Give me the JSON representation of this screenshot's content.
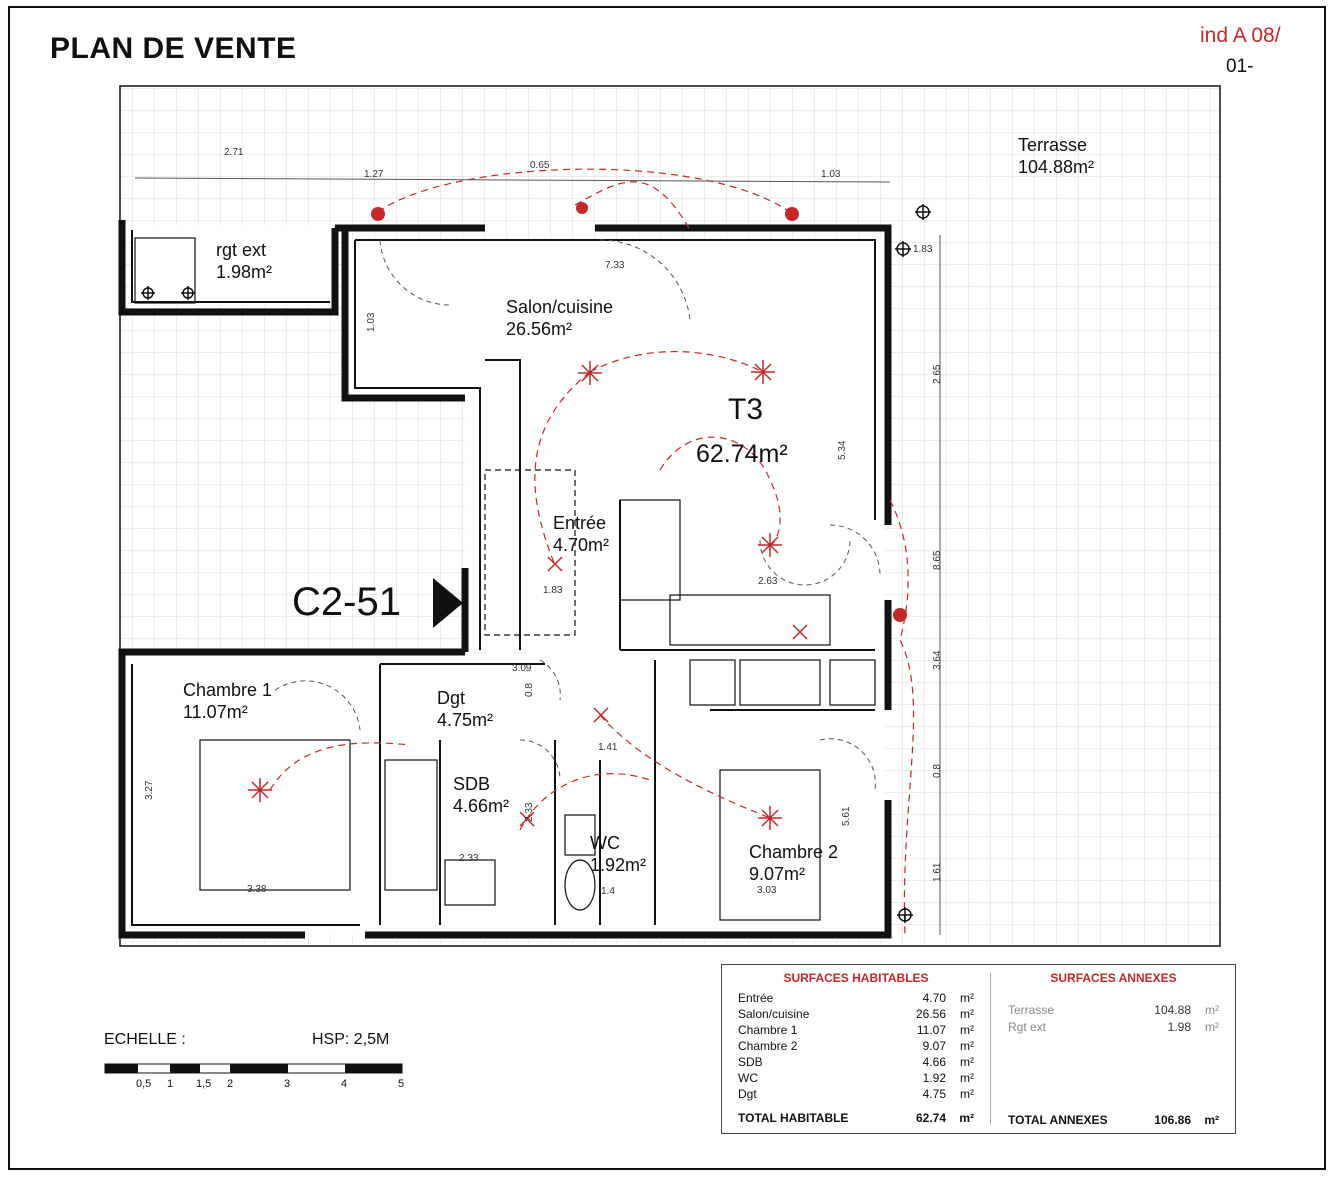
{
  "header": {
    "title": "PLAN DE VENTE",
    "index_line1": "ind A 08/",
    "index_line2": "01-"
  },
  "apartment": {
    "type": "T3",
    "total_area": "62.74m²",
    "lot": "C2-51"
  },
  "rooms": [
    {
      "name": "Terrasse",
      "area": "104.88m²"
    },
    {
      "name": "rgt ext",
      "area": "1.98m²"
    },
    {
      "name": "Salon/cuisine",
      "area": "26.56m²"
    },
    {
      "name": "Entrée",
      "area": "4.70m²"
    },
    {
      "name": "Chambre 1",
      "area": "11.07m²"
    },
    {
      "name": "Dgt",
      "area": "4.75m²"
    },
    {
      "name": "SDB",
      "area": "4.66m²"
    },
    {
      "name": "WC",
      "area": "1.92m²"
    },
    {
      "name": "Chambre 2",
      "area": "9.07m²"
    }
  ],
  "dimensions": [
    "2.71",
    "1.27",
    "0.65",
    "1.03",
    "7.33",
    "1.03",
    "2.65",
    "5.34",
    "1.83",
    "2.63",
    "8.65",
    "3.09",
    "0.8",
    "1.41",
    "2.33",
    "2.33",
    "3.27",
    "3.38",
    "3.03",
    "5.61",
    "0.8",
    "1.61",
    "1.4",
    "3.64",
    "1.83"
  ],
  "surfaces_habitables": {
    "header": "SURFACES HABITABLES",
    "rows": [
      {
        "label": "Entrée",
        "value": "4.70",
        "unit": "m²"
      },
      {
        "label": "Salon/cuisine",
        "value": "26.56",
        "unit": "m²"
      },
      {
        "label": "Chambre 1",
        "value": "11.07",
        "unit": "m²"
      },
      {
        "label": "Chambre 2",
        "value": "9.07",
        "unit": "m²"
      },
      {
        "label": "SDB",
        "value": "4.66",
        "unit": "m²"
      },
      {
        "label": "WC",
        "value": "1.92",
        "unit": "m²"
      },
      {
        "label": "Dgt",
        "value": "4.75",
        "unit": "m²"
      }
    ],
    "total_label": "TOTAL HABITABLE",
    "total_value": "62.74",
    "total_unit": "m²"
  },
  "surfaces_annexes": {
    "header": "SURFACES ANNEXES",
    "rows": [
      {
        "label": "Terrasse",
        "value": "104.88",
        "unit": "m²"
      },
      {
        "label": "Rgt ext",
        "value": "1.98",
        "unit": "m²"
      }
    ],
    "total_label": "TOTAL ANNEXES",
    "total_value": "106.86",
    "total_unit": "m²"
  },
  "scale": {
    "label": "ECHELLE :",
    "hsp_label": "HSP:",
    "hsp_value": "2,5M",
    "ticks": [
      "0,5",
      "1",
      "1,5",
      "2",
      "3",
      "4",
      "5"
    ]
  },
  "colors": {
    "walls": "#111111",
    "electrical": "#c62828",
    "grid": "#d9d9d9"
  }
}
